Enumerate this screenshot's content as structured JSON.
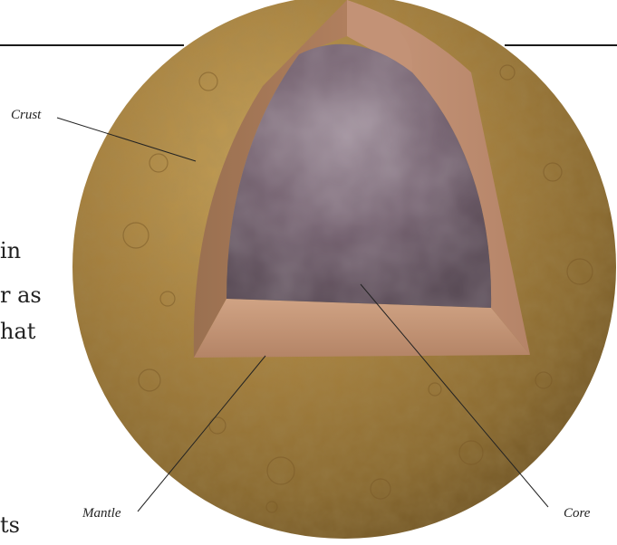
{
  "text_fragments": [
    "in",
    "r as",
    "hat",
    "ts"
  ],
  "labels": {
    "crust": "Crust",
    "mantle": "Mantle",
    "core": "Core"
  },
  "colors": {
    "planet_surface": "#a07c3c",
    "cut_face": "#b88a6a",
    "core": "#6c5a66",
    "leader_line": "#222222"
  }
}
